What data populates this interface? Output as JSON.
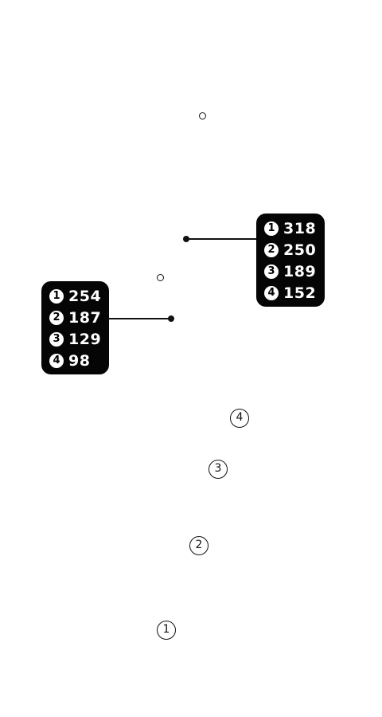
{
  "callouts": [
    {
      "rows": [
        {
          "badge": "1",
          "value": "318"
        },
        {
          "badge": "2",
          "value": "250"
        },
        {
          "badge": "3",
          "value": "189"
        },
        {
          "badge": "4",
          "value": "152"
        }
      ]
    },
    {
      "rows": [
        {
          "badge": "1",
          "value": "254"
        },
        {
          "badge": "2",
          "value": "187"
        },
        {
          "badge": "3",
          "value": "129"
        },
        {
          "badge": "4",
          "value": "98"
        }
      ]
    }
  ],
  "markers": [
    {
      "label": "4"
    },
    {
      "label": "3"
    },
    {
      "label": "2"
    },
    {
      "label": "1"
    }
  ]
}
